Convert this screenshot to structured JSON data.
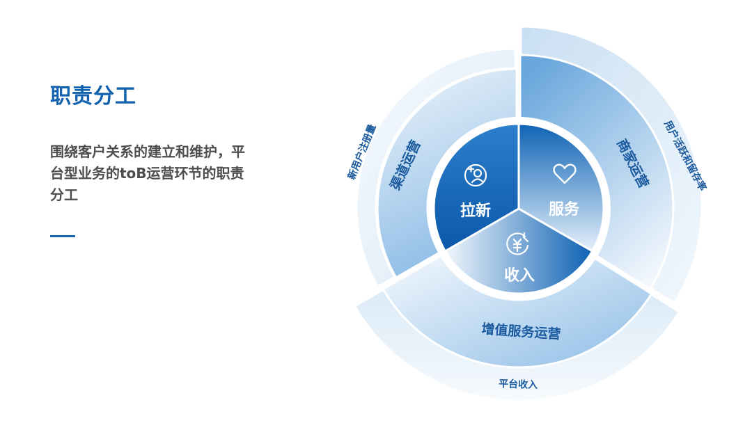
{
  "title": "职责分工",
  "description": "围绕客户关系的建立和维护，平台型业务的toB运营环节的职责分工",
  "colors": {
    "accent": "#1061ae",
    "core_dark": "#0d5fb0",
    "ring_mid": "#9fc8ea",
    "ring_light": "#dcecf8"
  },
  "core": [
    {
      "label": "拉新",
      "icon": "add-user-icon"
    },
    {
      "label": "服务",
      "icon": "heart-icon"
    },
    {
      "label": "收入",
      "icon": "yuan-exchange-icon"
    }
  ],
  "middle_ring": [
    {
      "label": "渠道运营"
    },
    {
      "label": "商家运营"
    },
    {
      "label": "增值服务运营"
    }
  ],
  "outer_ring": [
    {
      "label": "新用户注册量"
    },
    {
      "label": "用户活跃和留存率"
    },
    {
      "label": "平台收入"
    }
  ]
}
